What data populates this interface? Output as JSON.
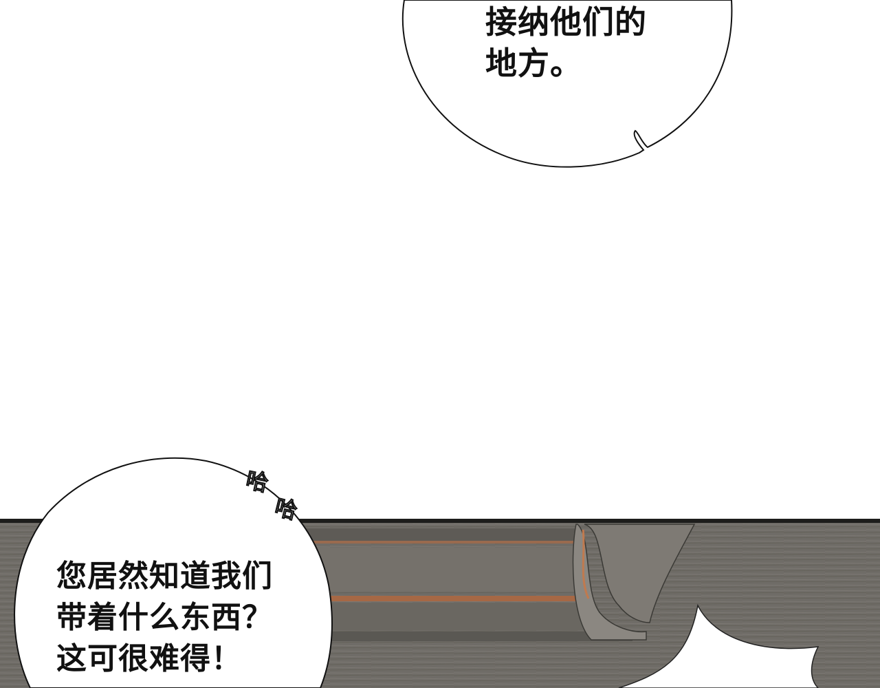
{
  "panel_top": {
    "speech_bubble": {
      "text": "接纳他们的\n地方。"
    }
  },
  "panel_bottom": {
    "speech_bubble": {
      "text": "您居然知道我们\n带着什么东西？\n这可很难得！"
    },
    "sound_effects": [
      "哈",
      "哈"
    ]
  }
}
